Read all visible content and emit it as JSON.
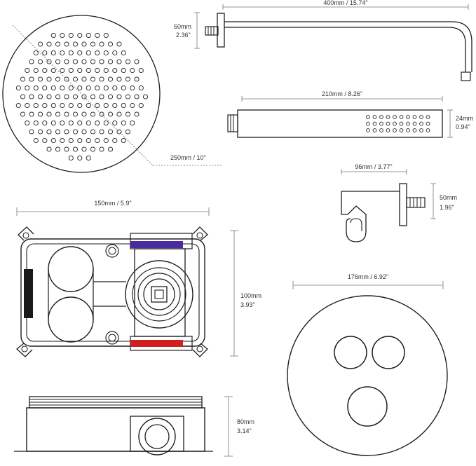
{
  "dimensions": {
    "shower_arm_length": "400mm / 15.74\"",
    "shower_arm_height_mm": "60mm",
    "shower_arm_height_in": "2.36\"",
    "shower_head_diameter": "250mm / 10\"",
    "hand_shower_length": "210mm / 8.26\"",
    "hand_shower_width_mm": "24mm",
    "hand_shower_width_in": "0.94\"",
    "wall_bracket_length": "96mm / 3.77\"",
    "wall_bracket_height_mm": "50mm",
    "wall_bracket_height_in": "1.96\"",
    "valve_box_width": "150mm / 5.9\"",
    "valve_box_height_mm": "100mm",
    "valve_box_height_in": "3.93\"",
    "valve_box_depth_mm": "80mm",
    "valve_box_depth_in": "3.14\"",
    "control_plate_diameter": "176mm / 6.92\""
  },
  "colors": {
    "line": "#1e1e1e",
    "dimension_line": "#777777",
    "text": "#333333",
    "cold_marker": "#4a2aa0",
    "hot_marker": "#d21f1f",
    "background": "#ffffff"
  }
}
